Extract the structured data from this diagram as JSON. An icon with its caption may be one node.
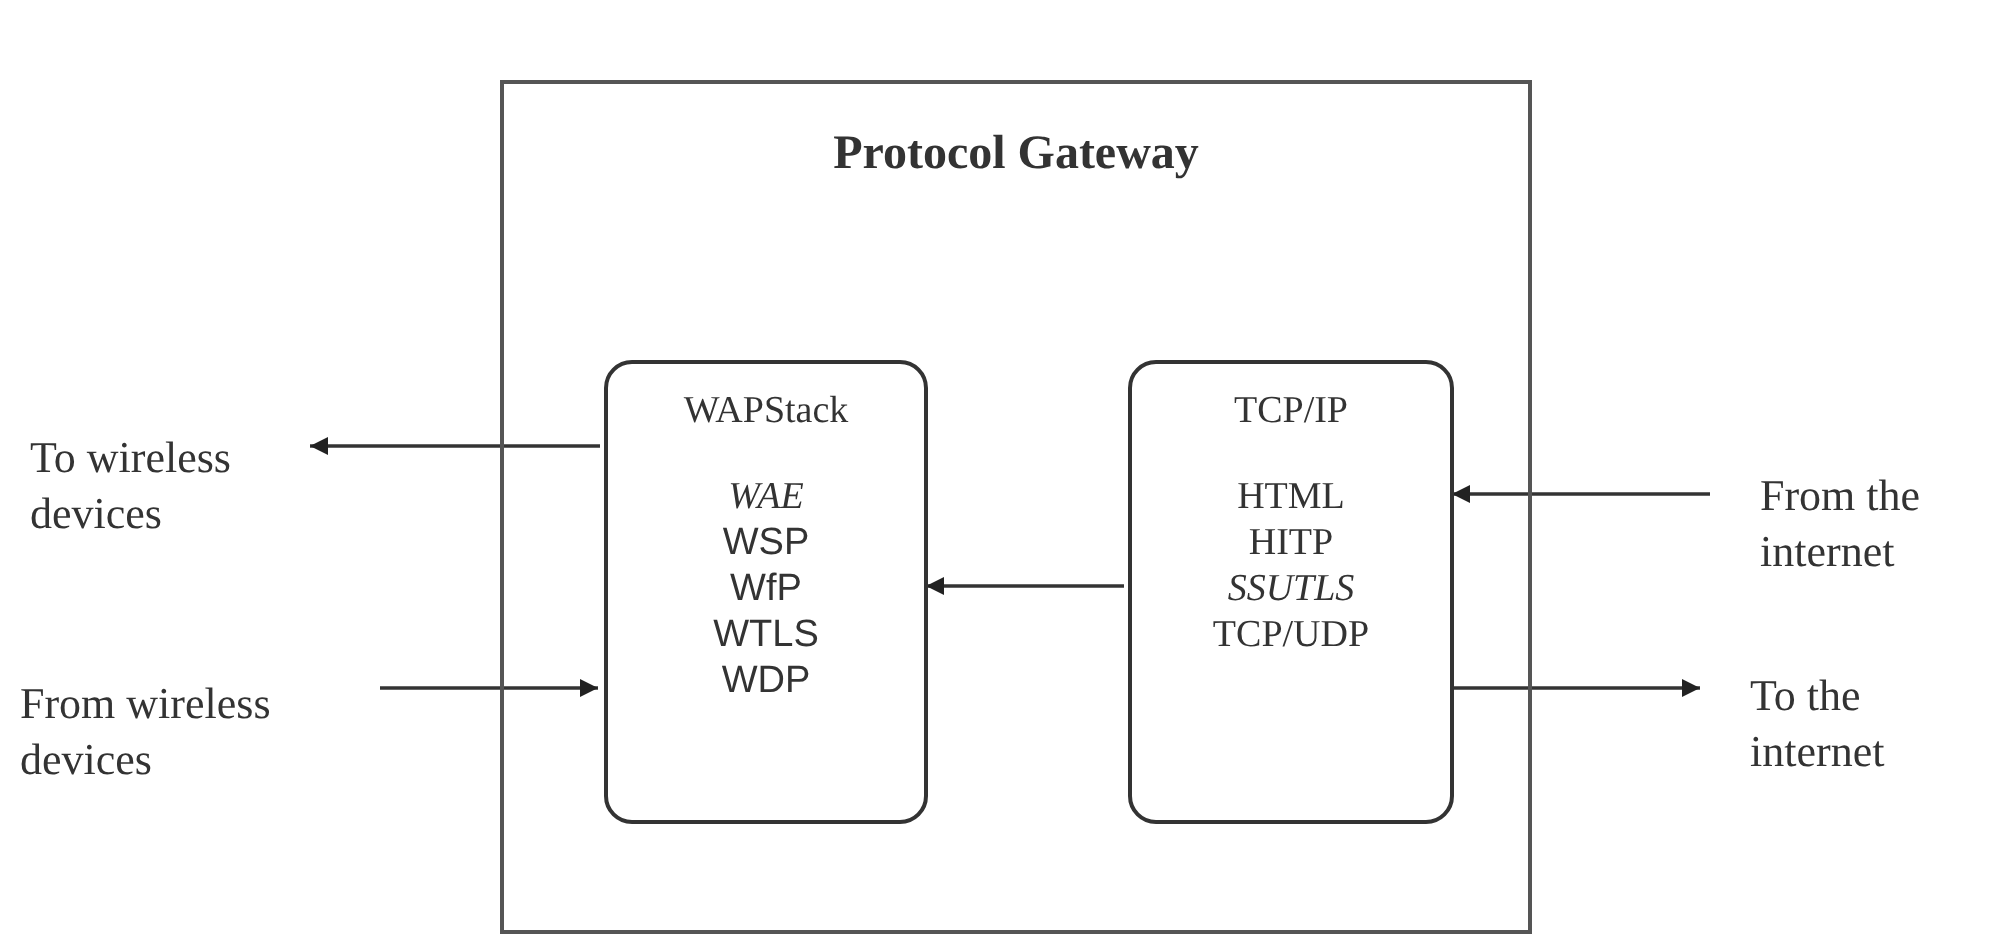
{
  "diagram": {
    "nodes": [
      {
        "text": [
          "Protocol Gateway"
        ]
      },
      {
        "text": [
          "WAPStack",
          "WAE",
          "WSP",
          "WfP",
          "WTLS",
          "WDP"
        ],
        "in": 0
      },
      {
        "text": [
          "TCP/IP",
          "HTML",
          "HITP",
          "SSUTLS",
          "TCP/UDP"
        ],
        "in": 0
      },
      {
        "text": [
          "To wireless devices"
        ]
      },
      {
        "text": [
          "From wireless devices"
        ]
      },
      {
        "text": [
          "From the internet"
        ]
      },
      {
        "text": [
          "To the internet"
        ]
      }
    ],
    "edges": [
      {
        "from": 1,
        "to": 3,
        "arrow": "to"
      },
      {
        "from": 4,
        "to": 1,
        "arrow": "to"
      },
      {
        "from": 2,
        "to": 1,
        "arrow": "to"
      },
      {
        "from": 5,
        "to": 2,
        "arrow": "to"
      },
      {
        "from": 2,
        "to": 6,
        "arrow": "to"
      }
    ]
  }
}
